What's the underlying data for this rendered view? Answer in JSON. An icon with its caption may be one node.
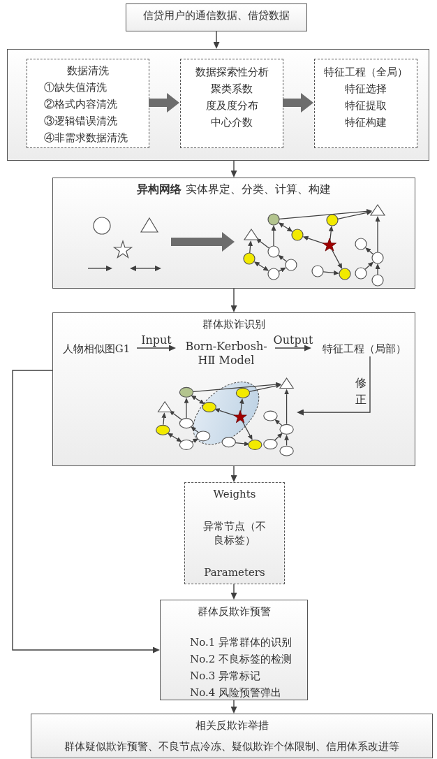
{
  "diagram": {
    "nodes": [
      {
        "text": [
          "信贷用户的通信数据、借贷数据"
        ]
      },
      {
        "text": [],
        "shape": "box"
      },
      {
        "text": [
          "数据清洗",
          "①缺失值清洗",
          "②格式内容清洗",
          "③逻辑错误清洗",
          "④非需求数据清洗"
        ],
        "in": 1
      },
      {
        "text": [
          "数据探索性分析",
          "聚类系数",
          "度及度分布",
          "中心介数"
        ],
        "in": 1
      },
      {
        "text": [
          "特征工程（全局）",
          "特征选择",
          "特征提取",
          "特征构建"
        ],
        "in": 1
      },
      {
        "text": [
          "**异构网络** 实体界定、分类、计算、构建"
        ]
      },
      {
        "text": [],
        "shape": "picture",
        "in": 5
      },
      {
        "text": [],
        "shape": "picture",
        "in": 5
      },
      {
        "text": [
          "群体欺诈识别"
        ]
      },
      {
        "text": [
          "人物相似图G1"
        ],
        "in": 8
      },
      {
        "text": [
          "Born-Kerbosh-HⅡ Model"
        ],
        "in": 8
      },
      {
        "text": [
          "特征工程（局部）"
        ],
        "in": 8
      },
      {
        "text": [],
        "shape": "picture",
        "in": 8
      },
      {
        "text": [
          "Weights",
          "异常节点（不良标签）",
          "Parameters"
        ]
      },
      {
        "text": [
          "群体反欺诈预警",
          "No.1 异常群体的识别",
          "No.2 不良标签的检测",
          "No.3 异常标记",
          "No.4 风险预警弹出"
        ]
      },
      {
        "text": [
          "相关反欺诈举措",
          "群体疑似欺诈预警、不良节点冷冻、疑似欺诈个体限制、信用体系改进等"
        ]
      }
    ],
    "edges": [
      {
        "from": 0,
        "to": 1,
        "arrow": "to"
      },
      {
        "from": 2,
        "to": 3,
        "arrow": "to",
        "style": "thick",
        "color": "#6d6d6d"
      },
      {
        "from": 3,
        "to": 4,
        "arrow": "to",
        "style": "thick",
        "color": "#6d6d6d"
      },
      {
        "from": 1,
        "to": 5,
        "arrow": "to"
      },
      {
        "from": 6,
        "to": 7,
        "arrow": "to",
        "style": "thick",
        "color": "#6d6d6d"
      },
      {
        "from": 5,
        "to": 8,
        "arrow": "to"
      },
      {
        "from": 9,
        "to": 10,
        "arrow": "to",
        "label": "Input"
      },
      {
        "from": 10,
        "to": 11,
        "arrow": "to",
        "label": "Output"
      },
      {
        "from": 11,
        "to": 12,
        "arrow": "to",
        "label": "修正"
      },
      {
        "from": 8,
        "to": 13,
        "arrow": "to"
      },
      {
        "from": 13,
        "to": 14,
        "arrow": "to"
      },
      {
        "from": 14,
        "to": 15,
        "arrow": "to"
      },
      {
        "from": 8,
        "to": 14,
        "arrow": "to"
      }
    ]
  }
}
